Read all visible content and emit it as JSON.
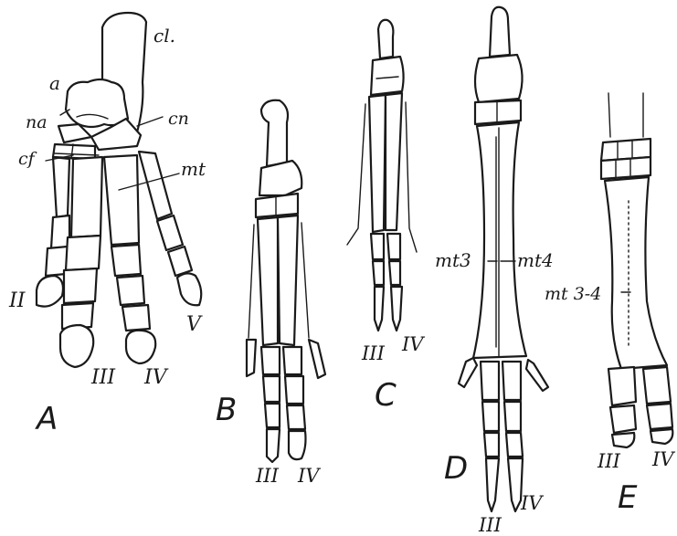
{
  "figure": {
    "panels": {
      "A": {
        "letter": "A",
        "labels": {
          "cl": "cl.",
          "a": "a",
          "na": "na",
          "cn": "cn",
          "cf": "cf",
          "mt": "mt"
        },
        "digits": [
          "II",
          "III",
          "IV",
          "V"
        ]
      },
      "B": {
        "letter": "B",
        "digits": [
          "III",
          "IV"
        ]
      },
      "C": {
        "letter": "C",
        "digits": [
          "III",
          "IV"
        ]
      },
      "D": {
        "letter": "D",
        "labels": {
          "mt3": "mt3",
          "mt4": "mt4"
        },
        "digits": [
          "III",
          "IV"
        ]
      },
      "E": {
        "letter": "E",
        "labels": {
          "mt34": "mt 3-4"
        },
        "digits": [
          "III",
          "IV"
        ]
      }
    },
    "colors": {
      "ink": "#1a1a1a",
      "paper": "#ffffff"
    }
  }
}
